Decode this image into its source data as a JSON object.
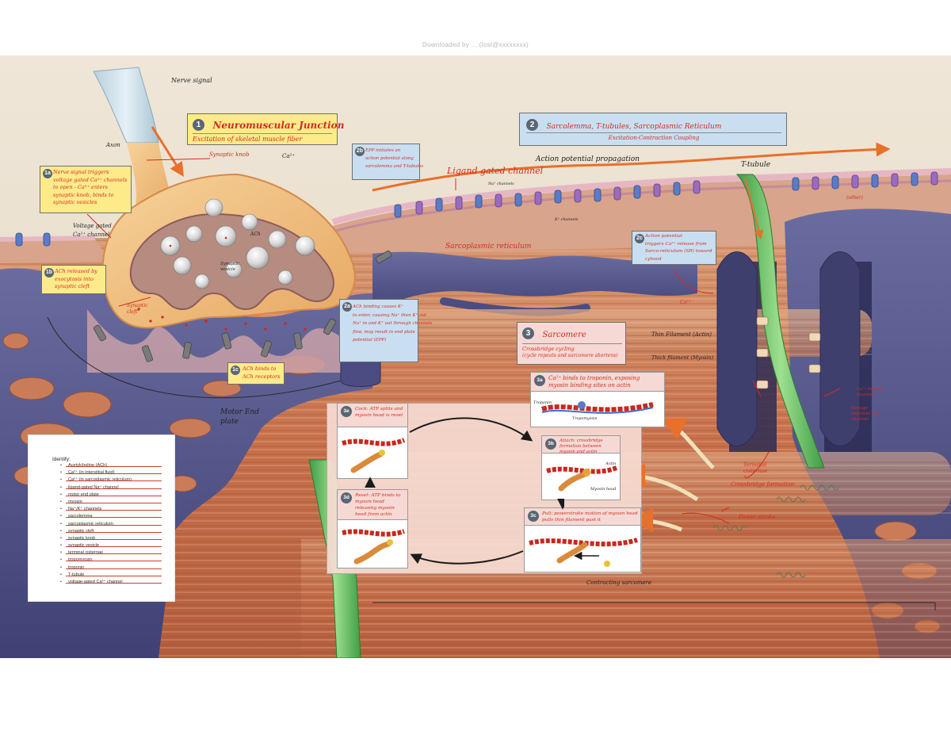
{
  "header": {
    "watermark": "Downloaded by ... (lost@xxxxxxxx)"
  },
  "colors": {
    "annotation_red": "#d52b1e",
    "yellow_box": "#fdeb8a",
    "blue_box": "#c9dff1",
    "pink_box": "#f6d9d4",
    "muscle_orange": "#c8744f",
    "sarcoplasmic_purple": "#4b4d82",
    "t_tubule_green": "#57b85a"
  },
  "box1": {
    "number": "1",
    "title": "Neuromuscular Junction",
    "subtitle": "Excitation of skeletal muscle fiber"
  },
  "box2": {
    "number": "2",
    "title": "Sarcolemma, T-tubules, Sarcoplasmic Reticulum",
    "subtitle": "Excitation-Contraction Coupling"
  },
  "box3": {
    "number": "3",
    "title": "Sarcomere",
    "subtitle": "Crossbridge cycling",
    "subtitle2": "(cycle repeats and sarcomere shortens)"
  },
  "box1a": {
    "label": "1a",
    "lines": [
      "Nerve signal triggers",
      "voltage gated Ca²⁺ channels",
      "to open - Ca²⁺ enters",
      "synaptic knob, binds to",
      "synaptic vesicles"
    ]
  },
  "box1b": {
    "label": "1b",
    "lines": [
      "ACh released by",
      "exocytosis into",
      "synaptic cleft"
    ]
  },
  "box1c": {
    "label": "1c",
    "lines": [
      "ACh binds to",
      "ACh receptors"
    ]
  },
  "box2a": {
    "label": "2a",
    "lines": [
      "ACh binding causes K⁺",
      "to enter, causing Na⁺ then K⁺ out",
      "Na⁺ in and K⁺ out through channels",
      "flow, may result in end plate",
      "potential (EPP)"
    ]
  },
  "box2b": {
    "label": "2b",
    "lines": [
      "EPP initiates an",
      "action potential along",
      "sarcolemma and T-tubules"
    ]
  },
  "box2c": {
    "label": "2c",
    "lines": [
      "Action potential",
      "triggers Ca²⁺ release from",
      "Sarco-reticulum (SR) toward",
      "cytosol"
    ]
  },
  "panels": {
    "p3a": {
      "label": "3a",
      "text": "Ca²⁺ binds to troponin, exposing myosin binding sites on actin"
    },
    "p3b": {
      "label": "3b",
      "text": "Attach: crossbridge formation between myosin and actin"
    },
    "p3c": {
      "label": "3c",
      "text": "Pull: powerstroke motion of myosin head pulls thin filament past it"
    },
    "p3d": {
      "label": "3d",
      "text": "Reset: ATP binds to myosin head releasing myosin head from actin"
    },
    "p3e": {
      "label": "3e",
      "text": "Cock: ATP splits and myosin head is reset"
    }
  },
  "annotations": {
    "nerve_signal": "Nerve signal",
    "axon": "Axon",
    "synaptic_knob": "Synaptic knob",
    "ca_label": "Ca²⁺",
    "voltage_gated": "Voltage gated",
    "voltage_gated2": "Ca²⁺ channel",
    "ach": "ACh",
    "synaptic_vesicle": "Synaptic vesicle",
    "synaptic_cleft": "Synaptic cleft",
    "motor_end_plate": "Motor End plate",
    "ligand_gated": "Ligand gated channel",
    "action_potential": "Action potential propagation",
    "t_tubule": "T-tubule",
    "other": "(other)",
    "sarcoplasmic_reticulum": "Sarcoplasmic reticulum",
    "thin_filament": "Thin Filament (Actin)",
    "thick_filament": "Thick filament (Myosin)",
    "ca_ion": "Ca²⁺",
    "terminal_cisternae": "Terminal cisternae",
    "crossbridge_formation": "Crossbridge formation",
    "power_stroke": "Power stroke",
    "contracting_sarcomere": "Contracting sarcomere",
    "ca_channel_right": "Ca²⁺ release channel",
    "voltage_sensor": "Voltage sensitive Ca²⁺ channel",
    "na_channels": "Na⁺ channels",
    "k_channels": "K⁺ channels",
    "troponin": "Troponin",
    "tropomyosin": "Tropomyosin",
    "myosin_head": "Myosin head",
    "actin": "Actin"
  },
  "identify": {
    "title": "Identify:",
    "items": [
      "Acetylcholine (ACh)",
      "Ca²⁺ (in interstitial fluid)",
      "Ca²⁺ (in sarcoplasmic reticulum)",
      "ligand-gated Na⁺ channel",
      "motor end plate",
      "myosin",
      "Na⁺/K⁺ channels",
      "sarcolemma",
      "sarcoplasmic reticulum",
      "synaptic cleft",
      "synaptic knob",
      "synaptic vesicle",
      "terminal cisternae",
      "tropomyosin",
      "troponin",
      "T-tubule",
      "voltage-gated Ca²⁺ channel"
    ]
  }
}
